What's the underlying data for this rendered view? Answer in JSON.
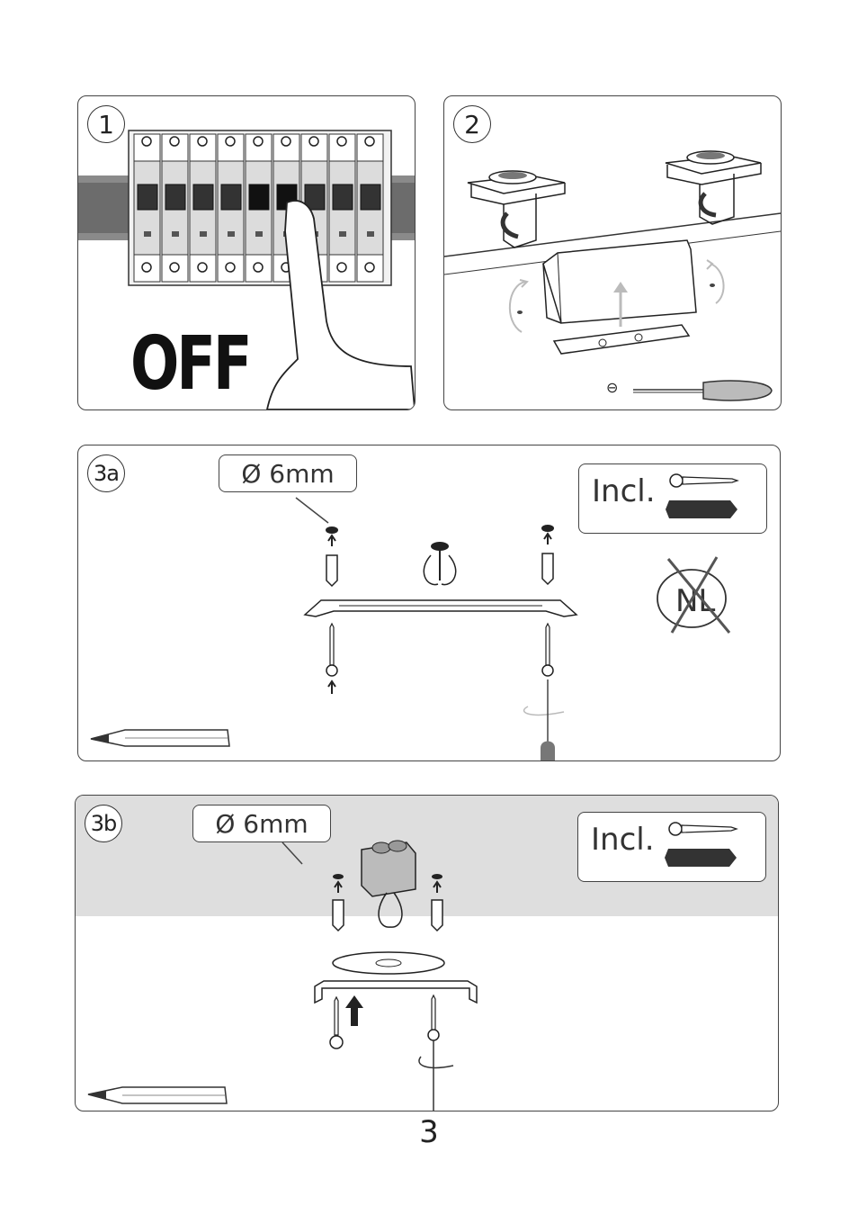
{
  "steps": {
    "step1": {
      "number": "1",
      "off_label": "OFF"
    },
    "step2": {
      "number": "2",
      "tool_symbol": "⊖"
    },
    "step3a": {
      "number": "3a",
      "drill_label": "Ø 6mm",
      "incl_label": "Incl."
    },
    "step3b": {
      "number": "3b",
      "drill_label": "Ø 6mm",
      "incl_label": "Incl."
    }
  },
  "page_number": "3",
  "icons": [
    "circuit-breaker-illustration",
    "screwdriver-icon",
    "screw-icon",
    "wall-plug-icon",
    "pencil-icon",
    "no-nl-icon"
  ]
}
